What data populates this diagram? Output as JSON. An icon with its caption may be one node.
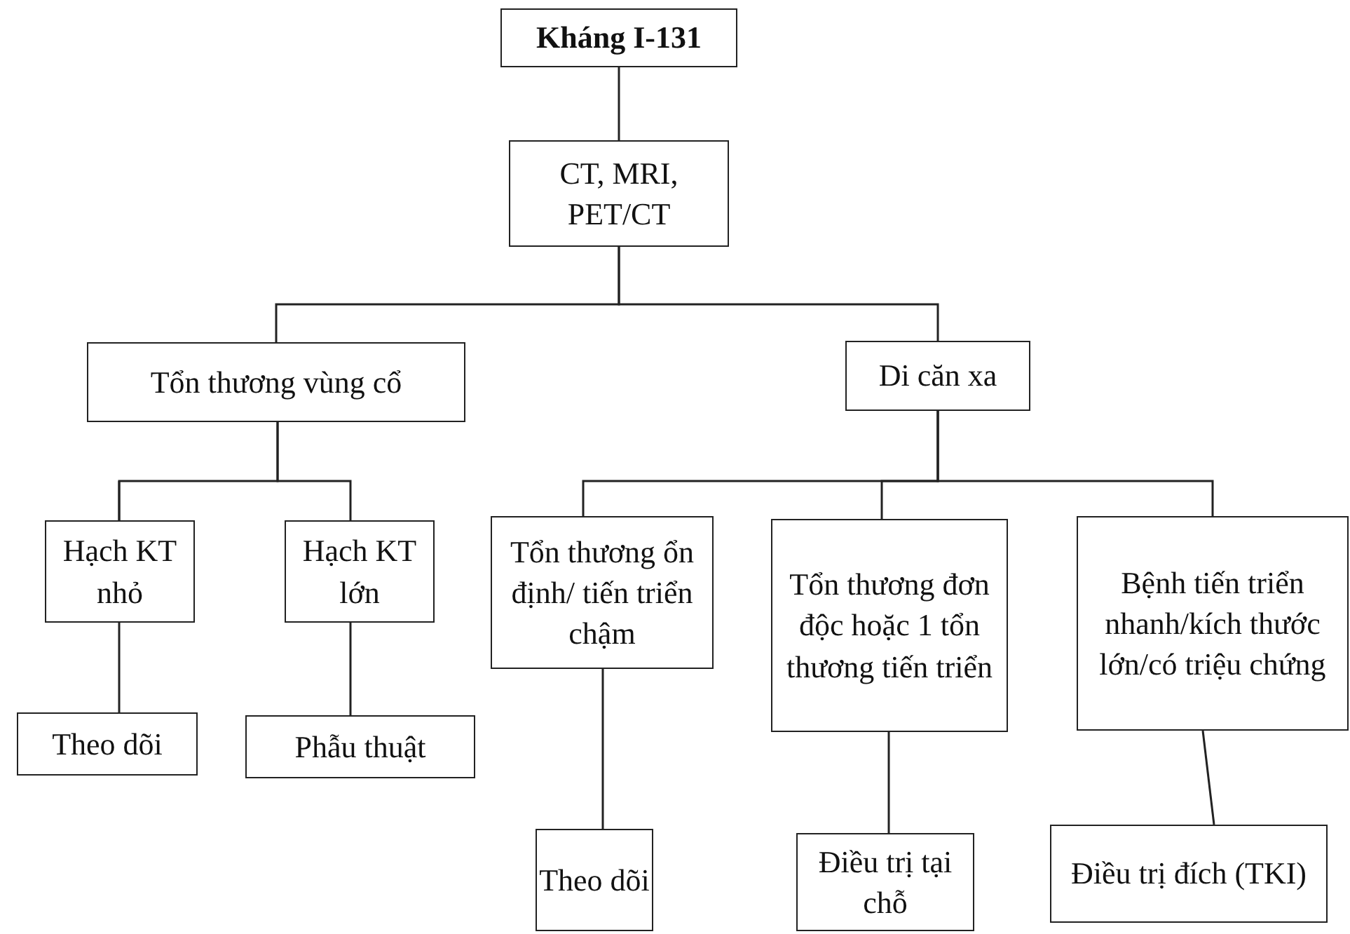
{
  "diagram": {
    "nodes": [
      {
        "text": [
          "Kháng I-131"
        ]
      },
      {
        "text": [
          "CT, MRI, PET/CT"
        ]
      },
      {
        "text": [
          "Tổn thương vùng cổ"
        ]
      },
      {
        "text": [
          "Di căn xa"
        ]
      },
      {
        "text": [
          "Hạch KT nhỏ"
        ]
      },
      {
        "text": [
          "Hạch KT lớn"
        ]
      },
      {
        "text": [
          "Tổn thương ổn định/ tiến triển chậm"
        ]
      },
      {
        "text": [
          "Tổn thương đơn độc hoặc 1 tổn thương tiến triển"
        ]
      },
      {
        "text": [
          "Bệnh tiến triển nhanh/kích thước lớn/có triệu chứng"
        ]
      },
      {
        "text": [
          "Theo dõi"
        ]
      },
      {
        "text": [
          "Phẫu thuật"
        ]
      },
      {
        "text": [
          "Theo dõi"
        ]
      },
      {
        "text": [
          "Điều trị tại chỗ"
        ]
      },
      {
        "text": [
          "Điều trị đích (TKI)"
        ]
      }
    ],
    "edges": [
      {
        "from": 0,
        "to": 1,
        "arrow": "none"
      },
      {
        "from": 1,
        "to": 2,
        "arrow": "none"
      },
      {
        "from": 1,
        "to": 3,
        "arrow": "none"
      },
      {
        "from": 2,
        "to": 4,
        "arrow": "none"
      },
      {
        "from": 2,
        "to": 5,
        "arrow": "none"
      },
      {
        "from": 3,
        "to": 6,
        "arrow": "none"
      },
      {
        "from": 3,
        "to": 7,
        "arrow": "none"
      },
      {
        "from": 3,
        "to": 8,
        "arrow": "none"
      },
      {
        "from": 4,
        "to": 9,
        "arrow": "none"
      },
      {
        "from": 5,
        "to": 10,
        "arrow": "none"
      },
      {
        "from": 6,
        "to": 11,
        "arrow": "none"
      },
      {
        "from": 7,
        "to": 12,
        "arrow": "none"
      },
      {
        "from": 8,
        "to": 13,
        "arrow": "none"
      }
    ]
  }
}
